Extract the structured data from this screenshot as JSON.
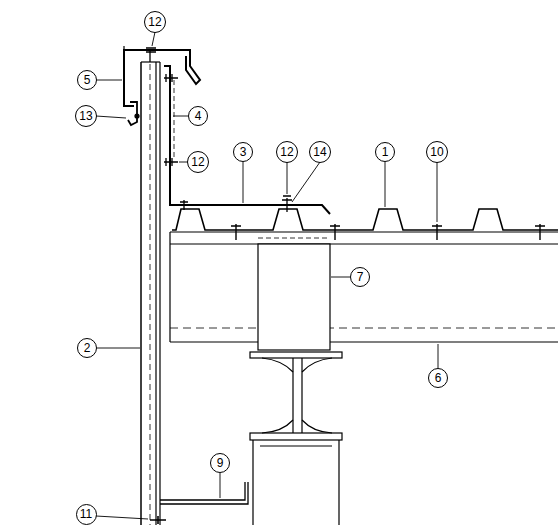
{
  "diagram": {
    "nodes": [
      {
        "text": [
          "12"
        ]
      },
      {
        "text": [
          "5"
        ]
      },
      {
        "text": [
          "13"
        ]
      },
      {
        "text": [
          "4"
        ]
      },
      {
        "text": [
          "12"
        ]
      },
      {
        "text": [
          "3"
        ]
      },
      {
        "text": [
          "12"
        ]
      },
      {
        "text": [
          "14"
        ]
      },
      {
        "text": [
          "1"
        ]
      },
      {
        "text": [
          "10"
        ]
      },
      {
        "text": [
          "7"
        ]
      },
      {
        "text": [
          "2"
        ]
      },
      {
        "text": [
          "6"
        ]
      },
      {
        "text": [
          "9"
        ]
      },
      {
        "text": [
          "11"
        ]
      }
    ]
  }
}
